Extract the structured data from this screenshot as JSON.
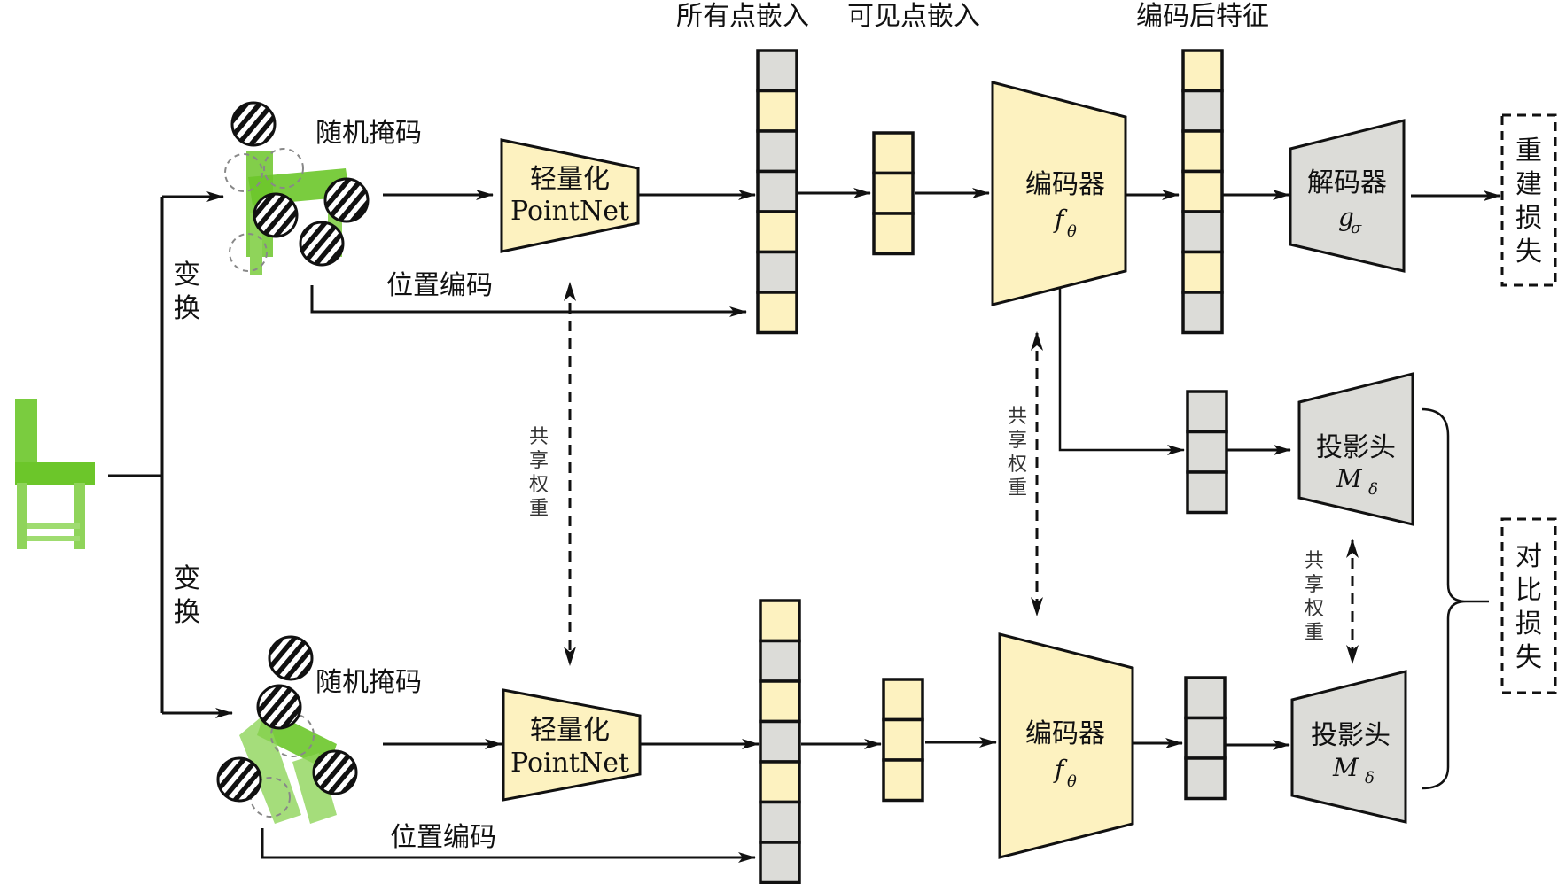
{
  "colors": {
    "token_yellow": "#fdf2c0",
    "token_gray": "#dcdcd8",
    "module_yellow": "#fdf2c0",
    "module_gray": "#dcdcd8",
    "chair_green": "#6cc62a",
    "line": "#111111"
  },
  "header_labels": {
    "all_point_embed": "所有点嵌入",
    "visible_point_embed": "可见点嵌入",
    "encoded_features": "编码后特征"
  },
  "branches": {
    "transform_top": [
      "变",
      "换"
    ],
    "transform_bottom": [
      "变",
      "换"
    ],
    "random_mask": "随机掩码",
    "position_encoding": "位置编码"
  },
  "modules": {
    "lightweight_pointnet": {
      "line1": "轻量化",
      "line2": "PointNet"
    },
    "encoder": {
      "name": "编码器",
      "symbol": "f",
      "subscript": "θ"
    },
    "decoder": {
      "name": "解码器",
      "symbol": "g",
      "subscript": "σ"
    },
    "projection_head": {
      "name": "投影头",
      "symbol": "M",
      "subscript": "δ"
    }
  },
  "shared_weights": [
    "共",
    "享",
    "权",
    "重"
  ],
  "losses": {
    "reconstruction": [
      "重",
      "建",
      "损",
      "失"
    ],
    "contrastive": [
      "对",
      "比",
      "损",
      "失"
    ]
  },
  "token_columns": {
    "top_all_points": [
      "gray",
      "yellow",
      "gray",
      "gray",
      "yellow",
      "gray",
      "yellow"
    ],
    "top_visible": [
      "yellow",
      "yellow",
      "yellow"
    ],
    "top_encoded": [
      "yellow",
      "gray",
      "yellow",
      "yellow",
      "gray",
      "yellow",
      "gray"
    ],
    "top_projection_input": [
      "gray",
      "gray",
      "gray"
    ],
    "bottom_all_points": [
      "yellow",
      "gray",
      "yellow",
      "gray",
      "yellow",
      "gray",
      "gray"
    ],
    "bottom_visible": [
      "yellow",
      "yellow",
      "yellow"
    ],
    "bottom_encoded": [
      "gray",
      "gray",
      "gray"
    ]
  }
}
